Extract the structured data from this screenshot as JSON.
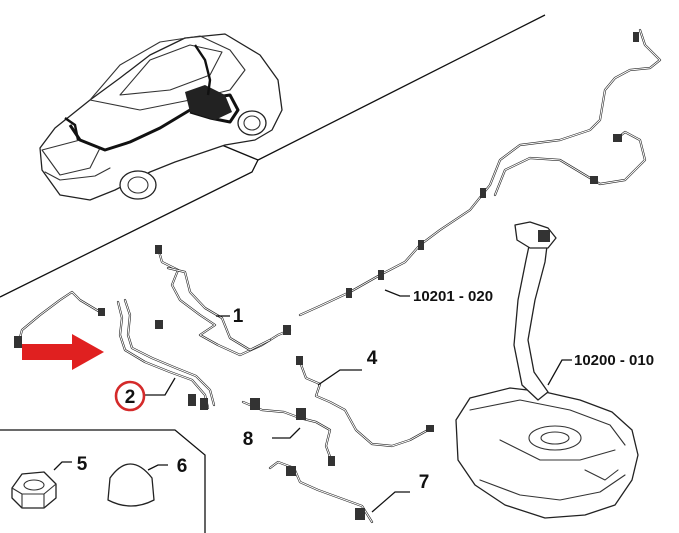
{
  "labels": {
    "part1": "1",
    "part2": "2",
    "part4": "4",
    "part5": "5",
    "part6": "6",
    "part7": "7",
    "part8": "8",
    "ref_fuel_line": "10201 - 020",
    "ref_fuel_tank": "10200 - 010"
  },
  "colors": {
    "highlight_circle": "#d42a2a",
    "arrow": "#e02020",
    "line": "#111111"
  },
  "icons": {
    "arrow": "red-arrow-icon",
    "car": "car-outline-icon",
    "tank": "fuel-tank-icon",
    "nut": "hex-nut-icon",
    "cap": "protective-cap-icon"
  }
}
